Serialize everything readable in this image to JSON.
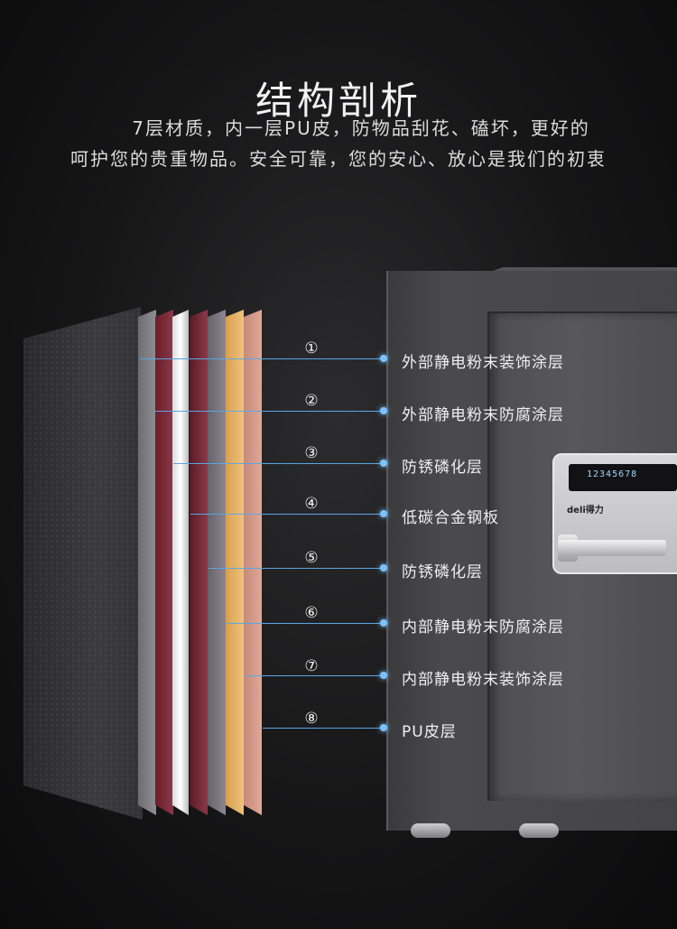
{
  "header": {
    "title": "结构剖析",
    "desc_line1": "7层材质，内一层PU皮，防物品刮花、磕坏，更好的",
    "desc_line2": "呵护您的贵重物品。安全可靠，您的安心、放心是我们的初衷"
  },
  "safe": {
    "display_text": "12345678",
    "brand_text": "deli得力"
  },
  "layers": [
    {
      "num": "①",
      "label": "外部静电粉末装饰涂层"
    },
    {
      "num": "②",
      "label": "外部静电粉末防腐涂层"
    },
    {
      "num": "③",
      "label": "防锈磷化层"
    },
    {
      "num": "④",
      "label": "低碳合金钢板"
    },
    {
      "num": "⑤",
      "label": "防锈磷化层"
    },
    {
      "num": "⑥",
      "label": "内部静电粉末防腐涂层"
    },
    {
      "num": "⑦",
      "label": "内部静电粉末装饰涂层"
    },
    {
      "num": "⑧",
      "label": "PU皮层"
    }
  ],
  "colors": {
    "callout_blue": "#5aa6e6",
    "background": "#161617"
  }
}
